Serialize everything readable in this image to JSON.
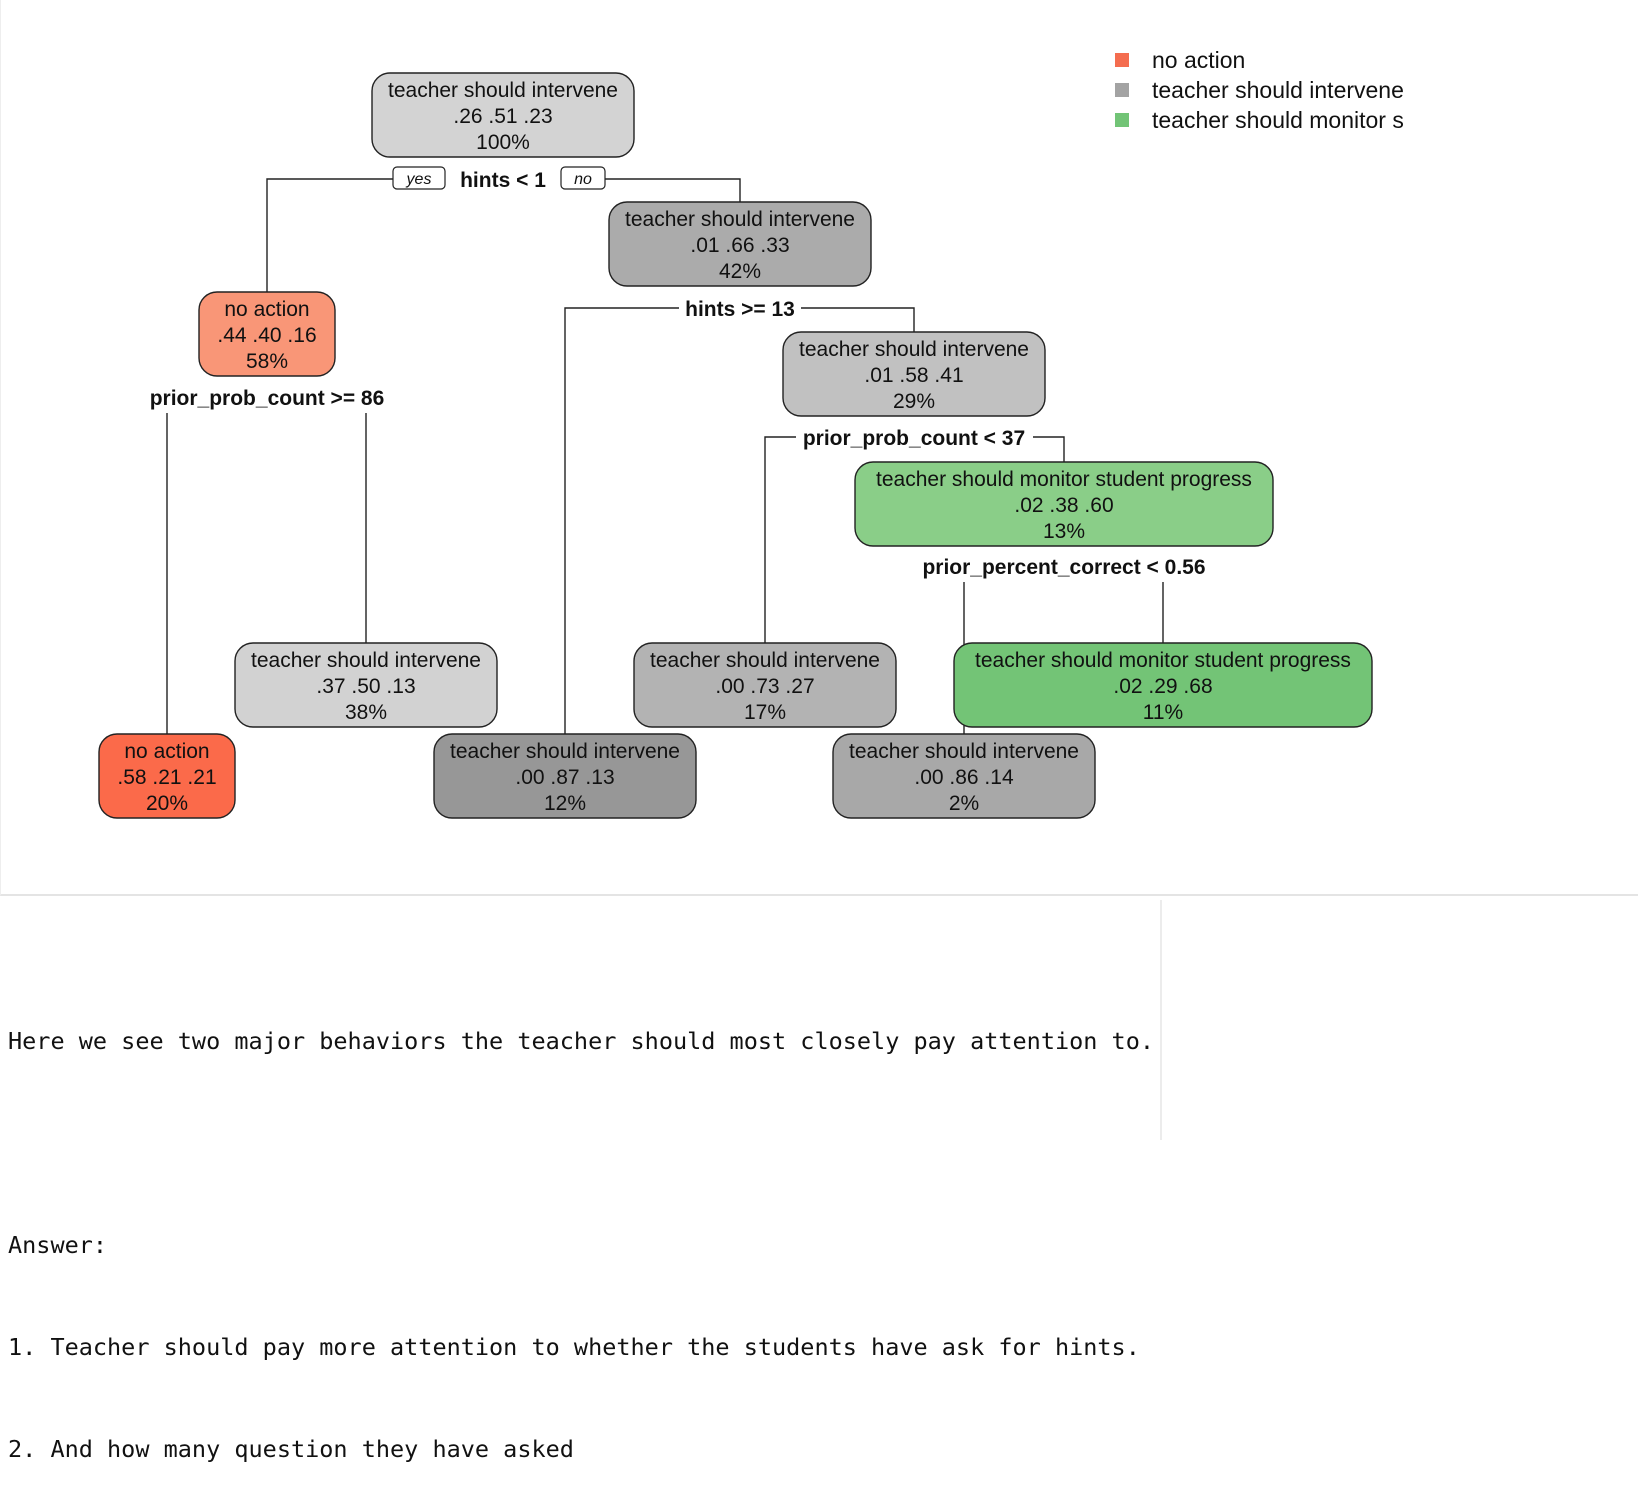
{
  "legend": [
    {
      "label": "no action",
      "color": "#f46d4f"
    },
    {
      "label": "teacher should intervene",
      "color": "#a3a3a3"
    },
    {
      "label": "teacher should monitor s",
      "color": "#72c476"
    }
  ],
  "tree": {
    "nodes": [
      {
        "id": "n1",
        "class": "teacher should intervene",
        "probs": ".26  .51  .23",
        "pct": "100%",
        "fill": "#d3d3d3"
      },
      {
        "id": "n2",
        "class": "no action",
        "probs": ".44  .40  .16",
        "pct": "58%",
        "fill": "#f99677"
      },
      {
        "id": "n3",
        "class": "teacher should intervene",
        "probs": ".01  .66  .33",
        "pct": "42%",
        "fill": "#ababab"
      },
      {
        "id": "n4",
        "class": "no action",
        "probs": ".58  .21  .21",
        "pct": "20%",
        "fill": "#fb6a4a"
      },
      {
        "id": "n5",
        "class": "teacher should intervene",
        "probs": ".37  .50  .13",
        "pct": "38%",
        "fill": "#d2d2d2"
      },
      {
        "id": "n6",
        "class": "teacher should intervene",
        "probs": ".00  .87  .13",
        "pct": "12%",
        "fill": "#979797"
      },
      {
        "id": "n7",
        "class": "teacher should intervene",
        "probs": ".01  .58  .41",
        "pct": "29%",
        "fill": "#c1c1c1"
      },
      {
        "id": "n8",
        "class": "teacher should intervene",
        "probs": ".00  .73  .27",
        "pct": "17%",
        "fill": "#b3b3b3"
      },
      {
        "id": "n9",
        "class": "teacher should monitor student progress",
        "probs": ".02  .38  .60",
        "pct": "13%",
        "fill": "#8ace88"
      },
      {
        "id": "n10",
        "class": "teacher should intervene",
        "probs": ".00  .86  .14",
        "pct": "2%",
        "fill": "#a8a8a8"
      },
      {
        "id": "n11",
        "class": "teacher should monitor student progress",
        "probs": ".02  .29  .68",
        "pct": "11%",
        "fill": "#73c476"
      }
    ],
    "splits": [
      {
        "id": "s1",
        "label": "hints < 1",
        "yes": "yes",
        "no": "no"
      },
      {
        "id": "s2",
        "label": "prior_prob_count >= 86"
      },
      {
        "id": "s3",
        "label": "hints >= 13"
      },
      {
        "id": "s4",
        "label": "prior_prob_count < 37"
      },
      {
        "id": "s5",
        "label": "prior_percent_correct < 0.56"
      }
    ]
  },
  "output": {
    "lines": [
      "Here we see two major behaviors the teacher should most closely pay attention to.",
      "",
      "Answer:",
      "1. Teacher should pay more attention to whether the students have ask for hints.",
      "2. And how many question they have asked"
    ]
  }
}
